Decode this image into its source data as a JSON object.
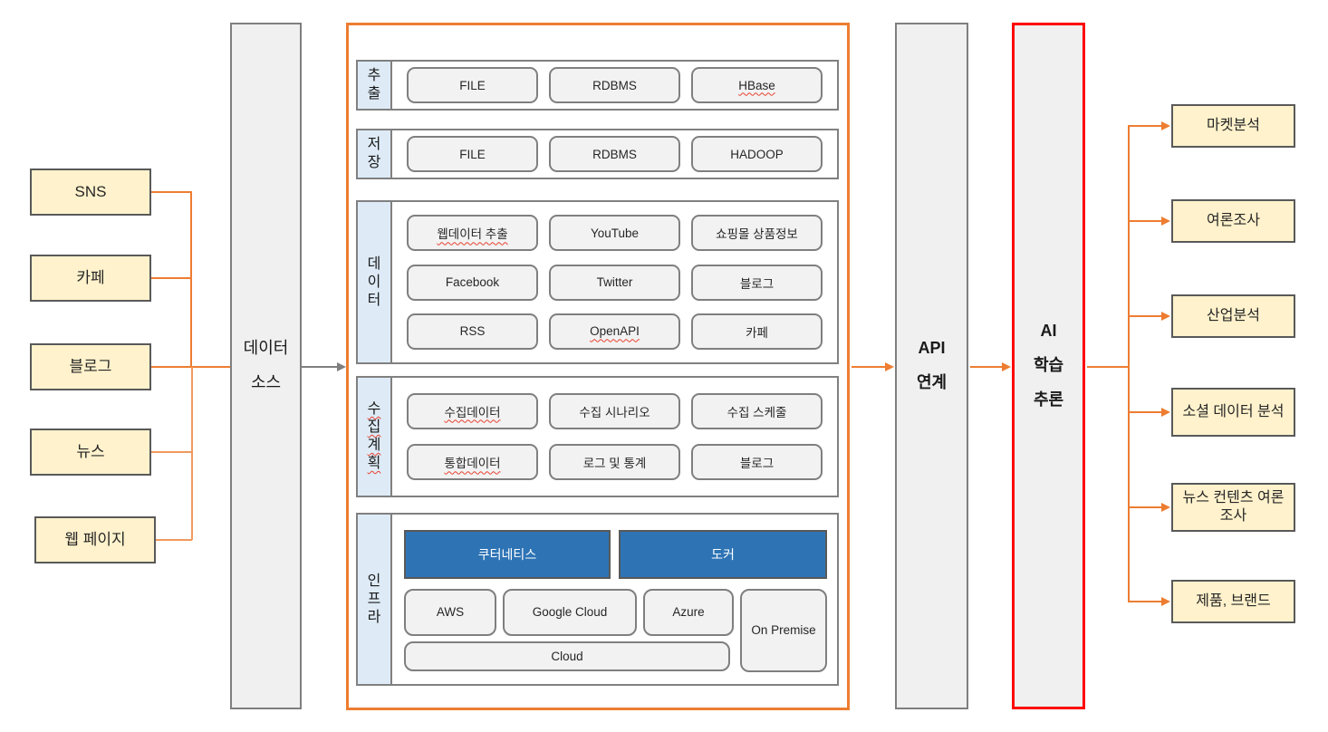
{
  "colors": {
    "accent_orange": "#ED7D31",
    "frame_red": "#FF0000",
    "infra_blue": "#2E74B5",
    "source_yellow": "#FFF2CC",
    "section_label_blue": "#DEEBF7",
    "shape_gray_fill": "#F2F2F2",
    "border_gray": "#7F7F7F"
  },
  "sources": [
    {
      "label": "SNS"
    },
    {
      "label": "카페"
    },
    {
      "label": "블로그"
    },
    {
      "label": "뉴스"
    },
    {
      "label": "웹 페이지"
    }
  ],
  "data_source": {
    "line1": "데이터",
    "line2": "소스"
  },
  "pipeline": {
    "extract": {
      "label": "추출",
      "items": [
        {
          "label": "FILE"
        },
        {
          "label": "RDBMS"
        },
        {
          "label": "HBase",
          "squiggle": true
        }
      ]
    },
    "store": {
      "label": "저장",
      "items": [
        {
          "label": "FILE"
        },
        {
          "label": "RDBMS"
        },
        {
          "label": "HADOOP"
        }
      ]
    },
    "data": {
      "label": "데이터",
      "items": [
        {
          "label": "웹데이터 추출",
          "squiggle": true
        },
        {
          "label": "YouTube"
        },
        {
          "label": "쇼핑몰 상품정보"
        },
        {
          "label": "Facebook"
        },
        {
          "label": "Twitter"
        },
        {
          "label": "블로그"
        },
        {
          "label": "RSS"
        },
        {
          "label": "OpenAPI",
          "squiggle": true
        },
        {
          "label": "카페"
        }
      ]
    },
    "plan": {
      "label": "수집계획",
      "squiggle": true,
      "items": [
        {
          "label": "수집데이터",
          "squiggle": true
        },
        {
          "label": "수집 시나리오"
        },
        {
          "label": "수집 스케줄"
        },
        {
          "label": "통합데이터",
          "squiggle": true
        },
        {
          "label": "로그 및 통계"
        },
        {
          "label": "블로그"
        }
      ]
    },
    "infra": {
      "label": "인프라",
      "platforms": [
        {
          "label": "쿠터네티스"
        },
        {
          "label": "도커"
        }
      ],
      "clouds": [
        {
          "label": "AWS"
        },
        {
          "label": "Google Cloud"
        },
        {
          "label": "Azure"
        }
      ],
      "on_premise": {
        "label": "On Premise"
      },
      "cloud_bar": {
        "label": "Cloud"
      }
    }
  },
  "api": {
    "line1": "API",
    "line2": "연계"
  },
  "ai": {
    "line1": "AI",
    "line2": "학습",
    "line3": "추론"
  },
  "outputs": [
    {
      "label": "마켓분석"
    },
    {
      "label": "여론조사"
    },
    {
      "label": "산업분석"
    },
    {
      "label": "소셜 데이터 분석"
    },
    {
      "label": "뉴스 컨텐츠 여론조사"
    },
    {
      "label": "제품, 브랜드"
    }
  ]
}
